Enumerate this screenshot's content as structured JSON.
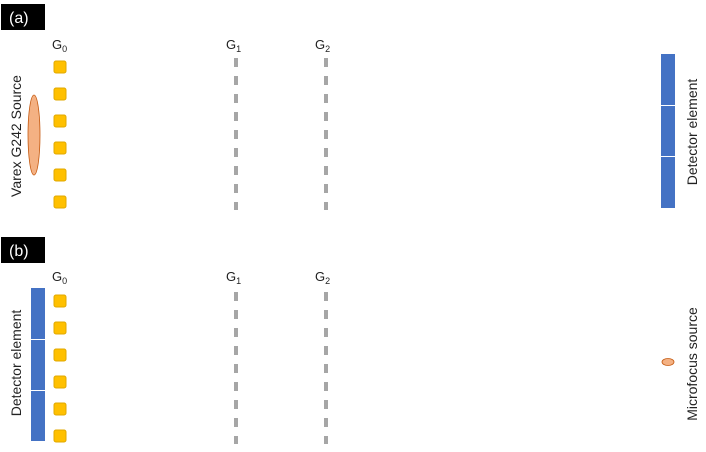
{
  "panels": [
    {
      "id": "a",
      "tag": "(a)",
      "source_label": "Varex G242 Source",
      "detector_label": "Detector element",
      "gratings": [
        {
          "base": "G",
          "sub": "0"
        },
        {
          "base": "G",
          "sub": "1"
        },
        {
          "base": "G",
          "sub": "2"
        }
      ]
    },
    {
      "id": "b",
      "tag": "(b)",
      "source_label": "Microfocus source",
      "detector_label": "Detector element",
      "gratings": [
        {
          "base": "G",
          "sub": "0"
        },
        {
          "base": "G",
          "sub": "1"
        },
        {
          "base": "G",
          "sub": "2"
        }
      ]
    }
  ],
  "colors": {
    "tag_bg": "#000000",
    "tag_text": "#ffffff",
    "g0_fill": "#ffc000",
    "g0_stroke": "#e0a800",
    "grating_dash": "#a6a6a6",
    "detector_fill": "#4472c4",
    "detector_divider": "#ffffff",
    "source_fill": "#f4b183",
    "source_stroke": "#c55a11",
    "text": "#222222"
  }
}
